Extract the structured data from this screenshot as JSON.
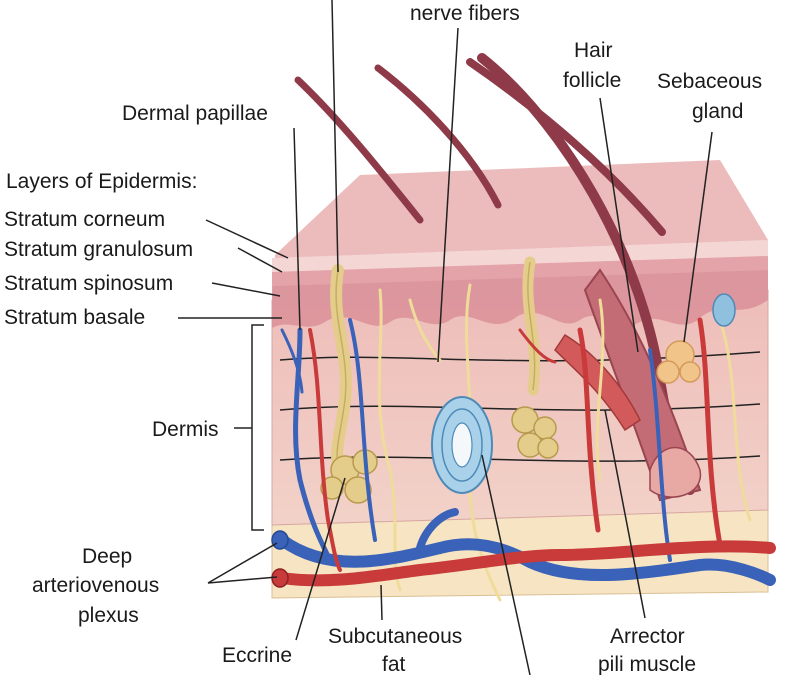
{
  "labels": {
    "nerve_fibers": "nerve fibers",
    "hair_follicle_1": "Hair",
    "hair_follicle_2": "follicle",
    "sebaceous_1": "Sebaceous",
    "sebaceous_2": "gland",
    "dermal_papillae": "Dermal papillae",
    "epidermis_heading": "Layers of Epidermis:",
    "stratum_corneum": "Stratum corneum",
    "stratum_granulosum": "Stratum granulosum",
    "stratum_spinosum": "Stratum spinosum",
    "stratum_basale": "Stratum basale",
    "dermis": "Dermis",
    "plexus_1": "Deep",
    "plexus_2": "arteriovenous",
    "plexus_3": "plexus",
    "eccrine": "Eccrine",
    "subcutaneous_1": "Subcutaneous",
    "subcutaneous_2": "fat",
    "arrector_1": "Arrector",
    "arrector_2": "pili muscle"
  },
  "colors": {
    "epidermis": "#e9b2b4",
    "corneum": "#f1cfcf",
    "dermis": "#efc6c0",
    "basale": "#d98f98",
    "hypodermis": "#f6e4c2",
    "hair": "#8e3a48",
    "artery": "#c93a3a",
    "vein": "#3a62b8",
    "nerve": "#f0dc9a",
    "gland": "#e4cd8a",
    "corpuscle": "#8fc0de"
  }
}
